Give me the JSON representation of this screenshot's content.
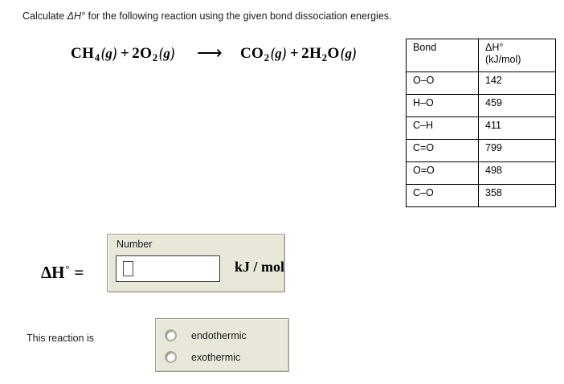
{
  "prompt": {
    "before": "Calculate ",
    "symbol": "ΔH°",
    "after": " for the following reaction using the given bond dissociation energies."
  },
  "equation": {
    "reactant1": {
      "formula": "CH",
      "sub": "4",
      "state": "g"
    },
    "plus1": "+",
    "reactant2": {
      "coefficient": "2",
      "formula": "O",
      "sub": "2",
      "state": "g"
    },
    "arrow": "⟶",
    "product1": {
      "formula": "CO",
      "sub": "2",
      "state": "g"
    },
    "plus2": "+",
    "product2": {
      "coefficient": "2",
      "formula": "H",
      "sub": "2",
      "formula2": "O",
      "state": "g"
    }
  },
  "bond_table": {
    "headers": {
      "bond": "Bond",
      "enthalpy_symbol": "ΔH°",
      "enthalpy_units": "(kJ/mol)"
    },
    "rows": [
      {
        "bond": "O–O",
        "value": "142"
      },
      {
        "bond": "H–O",
        "value": "459"
      },
      {
        "bond": "C–H",
        "value": "411"
      },
      {
        "bond": "C=O",
        "value": "799"
      },
      {
        "bond": "O=O",
        "value": "498"
      },
      {
        "bond": "C–O",
        "value": "358"
      }
    ]
  },
  "answer": {
    "label_delta": "ΔH",
    "label_degree": "°",
    "label_equals": "=",
    "field_caption": "Number",
    "field_value": "",
    "field_glyph": "",
    "units": "kJ / mol"
  },
  "reaction_type": {
    "label": "This reaction is",
    "options": [
      {
        "label": "endothermic",
        "selected": false
      },
      {
        "label": "exothermic",
        "selected": false
      }
    ]
  },
  "colors": {
    "page_background": "#ffffff",
    "panel_background": "#e9e7d9",
    "panel_border": "#9b9a8d",
    "text": "#1a1a1a",
    "table_border": "#000000",
    "input_background": "#ffffff"
  }
}
